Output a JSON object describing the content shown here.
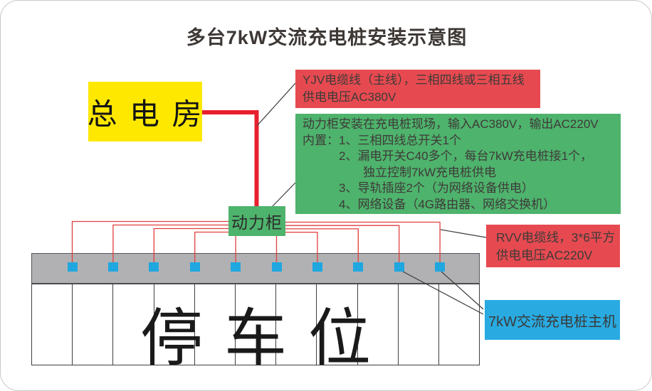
{
  "title": "多台7kW交流充电桩安装示意图",
  "colors": {
    "main_power_room_bg": "#ffe800",
    "cable_note_bg": "#e64a50",
    "cabinet_bg": "#4eb36c",
    "charger_bg": "#29abe2",
    "trunk_bar_bg": "#b1b1b3",
    "supply_line": "#e8202e",
    "branch_wire": "#e03f3f"
  },
  "main_power_room": {
    "label": "总 电 房"
  },
  "main_cable_note": {
    "lines": [
      "YJV电缆线（主线），三相四线或三相五线",
      "供电电压AC380V"
    ]
  },
  "power_cabinet_note": {
    "lines": [
      "动力柜安装在充电桩现场，输入AC380V，输出AC220V",
      "内置：1、三相四线总开关1个",
      "　　　2、漏电开关C40多个，每台7kW充电桩接1个，",
      "　　　　　独立控制7kW充电桩供电",
      "　　　3、导轨插座2个（为网络设备供电）",
      "　　　4、网络设备（4G路由器、网络交换机）"
    ]
  },
  "power_cabinet": {
    "label": "动力柜"
  },
  "branch_cable_note": {
    "lines": [
      "RVV电缆线，3*6平方",
      "供电电压AC220V"
    ]
  },
  "charger_host": {
    "label": "7kW交流充电桩主机"
  },
  "carpark": {
    "label": "停车位",
    "space_count": 11,
    "charging_point_count": 10
  }
}
